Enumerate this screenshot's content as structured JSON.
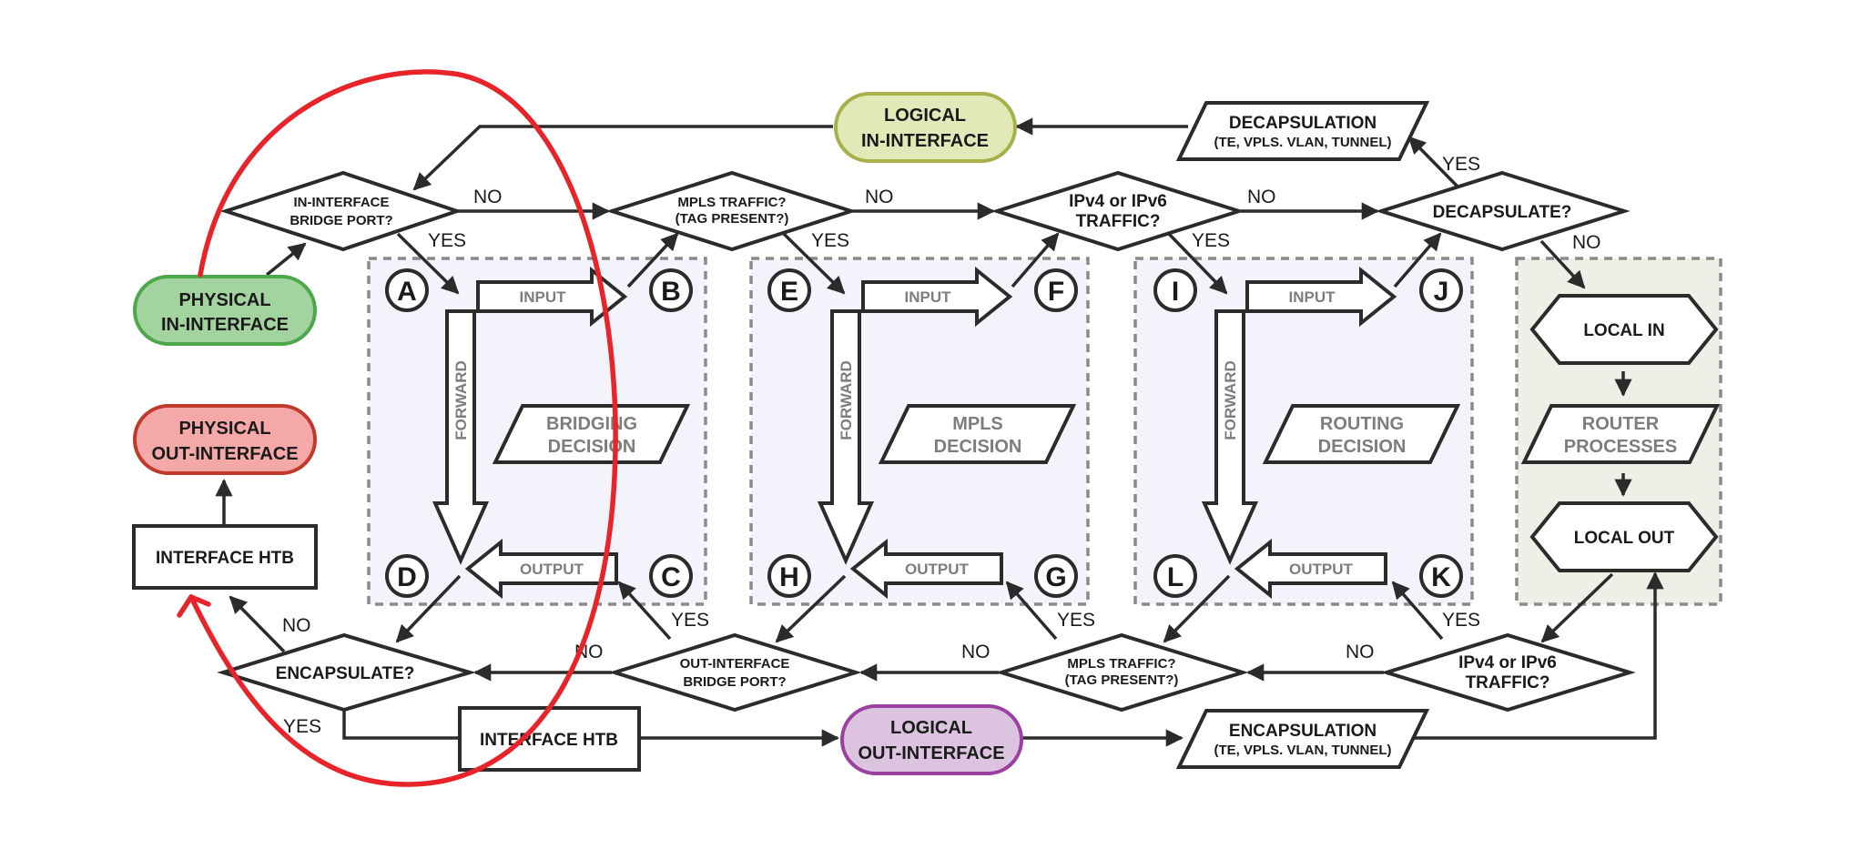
{
  "nodes": {
    "physical_in": [
      "PHYSICAL",
      "IN-INTERFACE"
    ],
    "physical_out": [
      "PHYSICAL",
      "OUT-INTERFACE"
    ],
    "interface_htb_left": "INTERFACE HTB",
    "interface_htb_bottom": "INTERFACE HTB",
    "logical_in": [
      "LOGICAL",
      "IN-INTERFACE"
    ],
    "logical_out": [
      "LOGICAL",
      "OUT-INTERFACE"
    ],
    "decapsulation": [
      "DECAPSULATION",
      "(TE, VPLS. VLAN, TUNNEL)"
    ],
    "encapsulation": [
      "ENCAPSULATION",
      "(TE, VPLS. VLAN, TUNNEL)"
    ],
    "in_bridge_port": [
      "IN-INTERFACE",
      "BRIDGE PORT?"
    ],
    "mpls_in": [
      "MPLS TRAFFIC?",
      "(TAG PRESENT?)"
    ],
    "ip_in": [
      "IPv4 or IPv6",
      "TRAFFIC?"
    ],
    "decapsulate": "DECAPSULATE?",
    "encapsulate": "ENCAPSULATE?",
    "out_bridge_port": [
      "OUT-INTERFACE",
      "BRIDGE PORT?"
    ],
    "mpls_out": [
      "MPLS TRAFFIC?",
      "(TAG PRESENT?)"
    ],
    "ip_out": [
      "IPv4 or IPv6",
      "TRAFFIC?"
    ],
    "local_in": "LOCAL IN",
    "router_processes": [
      "ROUTER",
      "PROCESSES"
    ],
    "local_out": "LOCAL OUT"
  },
  "decisions": {
    "bridging": [
      "BRIDGING",
      "DECISION"
    ],
    "mpls": [
      "MPLS",
      "DECISION"
    ],
    "routing": [
      "ROUTING",
      "DECISION"
    ]
  },
  "arrows": {
    "input": "INPUT",
    "output": "OUTPUT",
    "forward": "FORWARD"
  },
  "points": [
    "A",
    "B",
    "C",
    "D",
    "E",
    "F",
    "G",
    "H",
    "I",
    "J",
    "K",
    "L"
  ],
  "edge_labels": {
    "yes": "YES",
    "no": "NO"
  },
  "colors": {
    "physical_in_fill": "#a3d49f",
    "physical_in_stroke": "#4ca84a",
    "physical_out_fill": "#f4a9a8",
    "physical_out_stroke": "#c0392b",
    "logical_in_fill": "#e1e9b9",
    "logical_in_stroke": "#a8b04a",
    "logical_out_fill": "#dcc3df",
    "logical_out_stroke": "#9b3fa0",
    "highlight_stroke": "#e8232a"
  }
}
